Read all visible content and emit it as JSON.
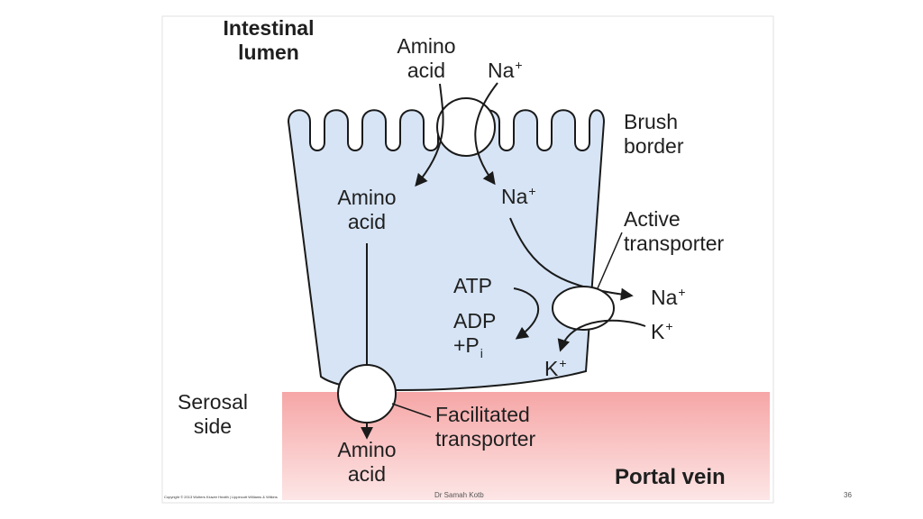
{
  "labels": {
    "intestinal_lumen": [
      "Intestinal",
      "lumen"
    ],
    "amino_acid_top": [
      "Amino",
      "acid"
    ],
    "na_top": "Na",
    "brush_border": [
      "Brush",
      "border"
    ],
    "amino_acid_cell": [
      "Amino",
      "acid"
    ],
    "na_cell": "Na",
    "active_transporter": [
      "Active",
      "transporter"
    ],
    "atp": "ATP",
    "adp": "ADP",
    "pi_prefix": "+P",
    "pi_sub": "i",
    "na_out": "Na",
    "k_in": "K",
    "k_cell": "K",
    "serosal_side": [
      "Serosal",
      "side"
    ],
    "facilitated_transporter": [
      "Facilitated",
      "transporter"
    ],
    "amino_acid_bottom": [
      "Amino",
      "acid"
    ],
    "portal_vein": "Portal vein",
    "plus": "+"
  },
  "footer": {
    "author": "Dr Samah Kotb",
    "page_number": "36",
    "copyright": "Copyright © 2013 Wolters Kluwer Health | Lippincott Williams & Wilkins"
  },
  "colors": {
    "cell_fill": "#d6e4f5",
    "portal_vein_top": "#f6a9a9",
    "portal_vein_bottom": "#fde4e4",
    "stroke": "#1a1a1a"
  }
}
